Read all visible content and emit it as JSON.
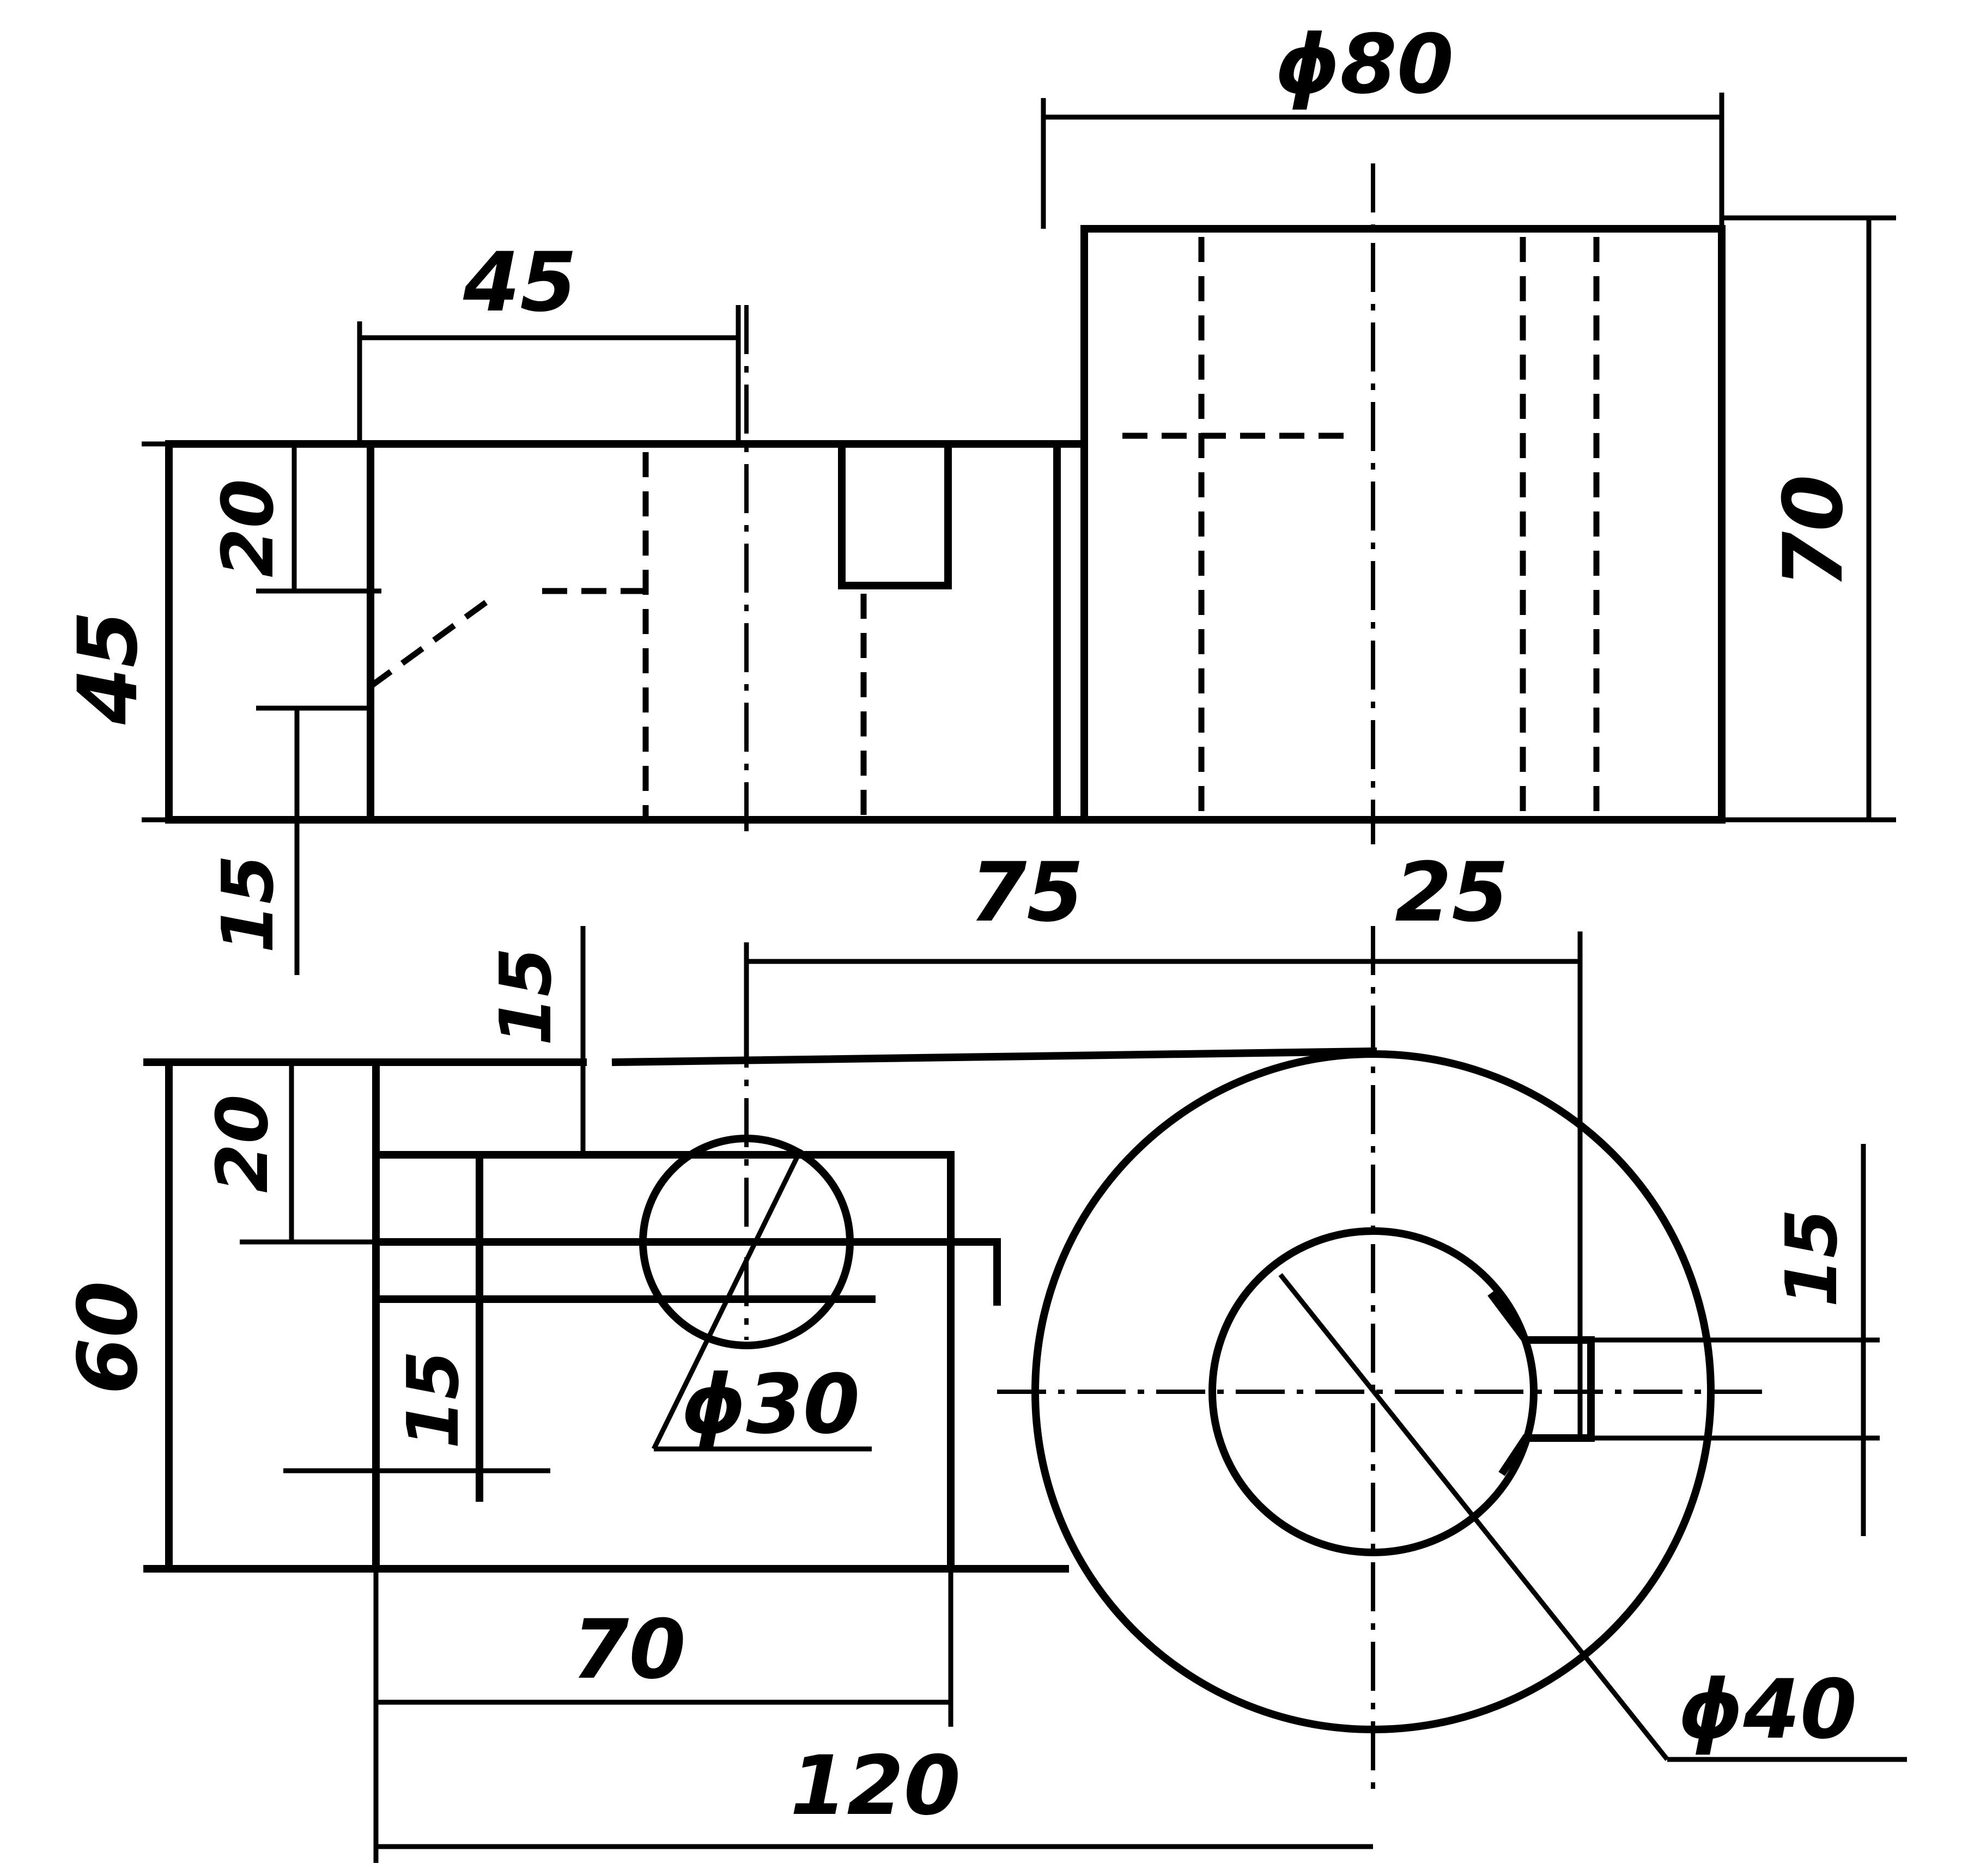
{
  "dimensions": {
    "top_dia80": "ϕ80",
    "top_45": "45",
    "top_20": "20",
    "top_45_vert": "45",
    "top_15": "15",
    "top_70": "70",
    "mid_75": "75",
    "mid_25": "25",
    "bot_15_top": "15",
    "bot_20": "20",
    "bot_60": "60",
    "bot_15_inner": "15",
    "bot_dia30": "ϕ30",
    "bot_70": "70",
    "bot_120": "120",
    "bot_15_right": "15",
    "bot_dia40": "ϕ40"
  }
}
